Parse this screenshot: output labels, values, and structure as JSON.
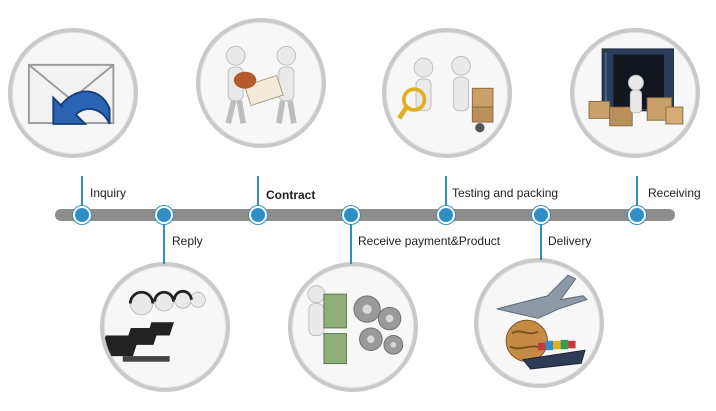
{
  "colors": {
    "accent": "#2f8fc4",
    "bar": "#8d8d8d",
    "ring": "#c9c9c9"
  },
  "steps": [
    {
      "label": "Inquiry",
      "icon": "envelope-reply-icon"
    },
    {
      "label": "Reply",
      "icon": "call-center-operators-icon"
    },
    {
      "label": "Contract",
      "icon": "handshake-contract-icon"
    },
    {
      "label": "Receive payment&Product",
      "icon": "money-gears-icon"
    },
    {
      "label": "Testing and packing",
      "icon": "inspection-cart-icon"
    },
    {
      "label": "Delivery",
      "icon": "plane-ship-globe-icon"
    },
    {
      "label": "Receiving",
      "icon": "container-boxes-icon"
    }
  ]
}
